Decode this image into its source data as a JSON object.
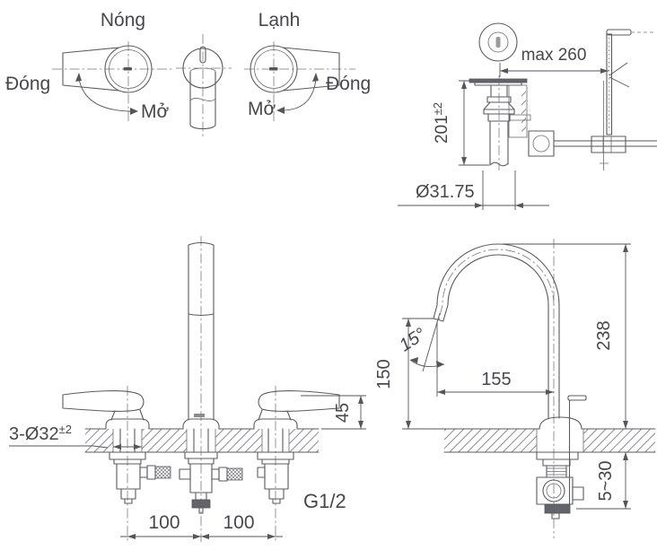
{
  "colors": {
    "line": "#5b5b62",
    "text": "#47474d",
    "background": "#ffffff",
    "hatch": "#8a8a90"
  },
  "operation": {
    "hot": {
      "title": "Nóng",
      "close_label": "Đóng",
      "open_label": "Mở"
    },
    "cold": {
      "title": "Lạnh",
      "close_label": "Đóng",
      "open_label": "Mở"
    }
  },
  "drain": {
    "max_reach": "max 260",
    "height": "201",
    "height_tolerance": "±2",
    "tail_diameter": "Ø31.75"
  },
  "front_view": {
    "hole_spec": "3-Ø32",
    "hole_tolerance": "±2",
    "handle_height": "45",
    "spacing_left": "100",
    "spacing_right": "100",
    "thread_size": "G1/2"
  },
  "side_view": {
    "spout_height": "150",
    "spout_angle": "15°",
    "spout_reach": "155",
    "total_height": "238",
    "deck_thickness": "5~30"
  }
}
